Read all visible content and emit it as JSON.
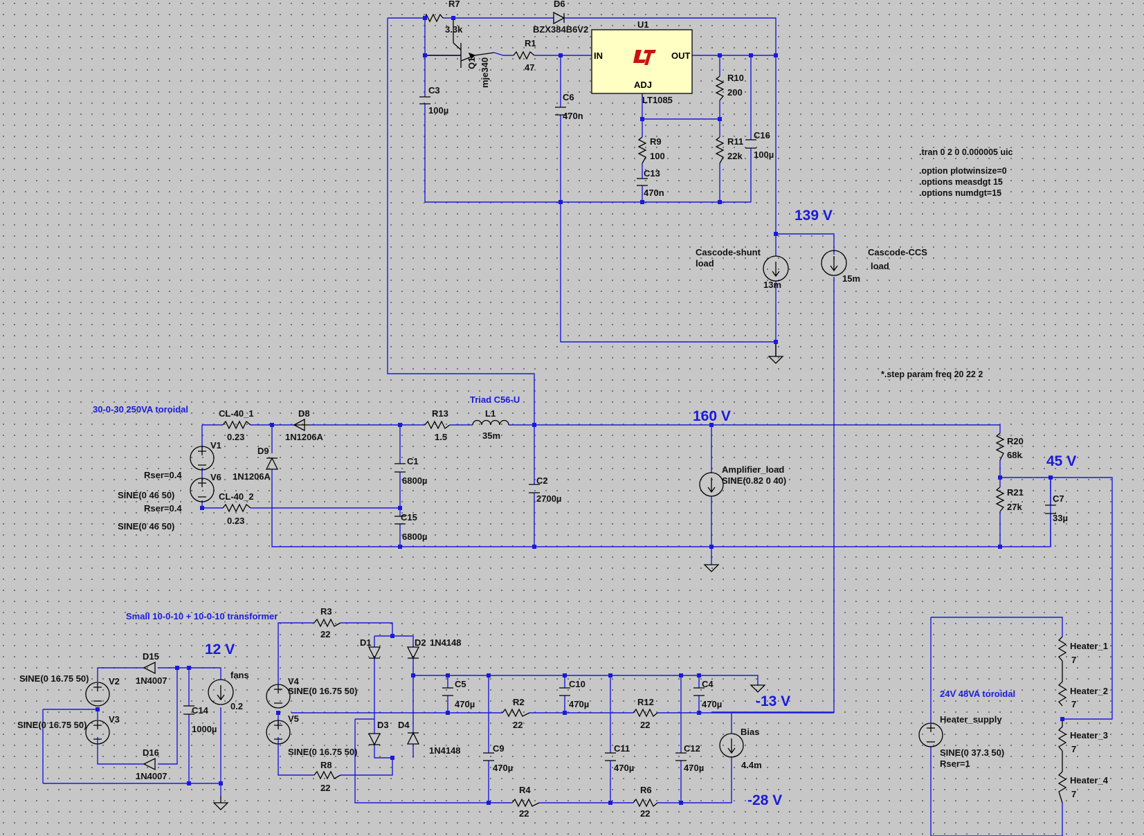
{
  "components": {
    "R7": {
      "name": "R7",
      "value": "3.3k"
    },
    "D6": {
      "name": "D6",
      "value": "BZX384B6V2"
    },
    "U1": {
      "name": "U1",
      "value": "LT1085",
      "pin_in": "IN",
      "pin_out": "OUT",
      "pin_adj": "ADJ"
    },
    "Q1": {
      "name": "Q1",
      "value": "mje340"
    },
    "R1": {
      "name": "R1",
      "value": "47"
    },
    "C3": {
      "name": "C3",
      "value": "100µ"
    },
    "C6": {
      "name": "C6",
      "value": "470n"
    },
    "R10": {
      "name": "R10",
      "value": "200"
    },
    "R9": {
      "name": "R9",
      "value": "100"
    },
    "C13": {
      "name": "C13",
      "value": "470n"
    },
    "R11": {
      "name": "R11",
      "value": "22k"
    },
    "C16": {
      "name": "C16",
      "value": "100µ"
    },
    "I_shunt": {
      "name": "Cascode-shunt",
      "name2": "load",
      "value": "13m"
    },
    "I_ccs": {
      "name": "Cascode-CCS",
      "name2": "load",
      "value": "15m"
    },
    "CL40_1": {
      "name": "CL-40_1",
      "value": "0.23"
    },
    "CL40_2": {
      "name": "CL-40_2",
      "value": "0.23"
    },
    "D8": {
      "name": "D8",
      "value": "1N1206A"
    },
    "D9": {
      "name": "D9",
      "value": "1N1206A"
    },
    "V1": {
      "name": "V1",
      "rser": "Rser=0.4",
      "value": "SINE(0 46 50)"
    },
    "V6": {
      "name": "V6",
      "rser": "Rser=0.4",
      "value": "SINE(0 46 50)"
    },
    "R13": {
      "name": "R13",
      "value": "1.5"
    },
    "L1": {
      "name": "L1",
      "value": "35m"
    },
    "C1": {
      "name": "C1",
      "value": "6800µ"
    },
    "C15": {
      "name": "C15",
      "value": "6800µ"
    },
    "C2": {
      "name": "C2",
      "value": "2700µ"
    },
    "I_amp": {
      "name": "Amplifier_load",
      "value": "SINE(0.82 0 40)"
    },
    "R20": {
      "name": "R20",
      "value": "68k"
    },
    "R21": {
      "name": "R21",
      "value": "27k"
    },
    "C7": {
      "name": "C7",
      "value": "33µ"
    },
    "R3": {
      "name": "R3",
      "value": "22"
    },
    "R8": {
      "name": "R8",
      "value": "22"
    },
    "D1": {
      "name": "D1"
    },
    "D2": {
      "name": "D2",
      "value": "1N4148"
    },
    "D3": {
      "name": "D3"
    },
    "D4": {
      "name": "D4",
      "value": "1N4148"
    },
    "V4": {
      "name": "V4",
      "value": "SINE(0 16.75 50)"
    },
    "V5": {
      "name": "V5",
      "value": "SINE(0 16.75 50)"
    },
    "C5": {
      "name": "C5",
      "value": "470µ"
    },
    "C10": {
      "name": "C10",
      "value": "470µ"
    },
    "C4": {
      "name": "C4",
      "value": "470µ"
    },
    "C9": {
      "name": "C9",
      "value": "470µ"
    },
    "C11": {
      "name": "C11",
      "value": "470µ"
    },
    "C12": {
      "name": "C12",
      "value": "470µ"
    },
    "R2": {
      "name": "R2",
      "value": "22"
    },
    "R12": {
      "name": "R12",
      "value": "22"
    },
    "R4": {
      "name": "R4",
      "value": "22"
    },
    "R6": {
      "name": "R6",
      "value": "22"
    },
    "I_bias": {
      "name": "Bias",
      "value": "4.4m"
    },
    "V2": {
      "name": "V2",
      "value": "SINE(0 16.75 50)"
    },
    "V3": {
      "name": "V3",
      "value": "SINE(0 16.75 50)"
    },
    "D15": {
      "name": "D15",
      "value": "1N4007"
    },
    "D16": {
      "name": "D16",
      "value": "1N4007"
    },
    "C14": {
      "name": "C14",
      "value": "1000µ"
    },
    "I_fans": {
      "name": "fans",
      "value": "0.2"
    },
    "V_heater": {
      "name": "Heater_supply",
      "value": "SINE(0 37.3 50)",
      "rser": "Rser=1"
    },
    "H1": {
      "name": "Heater_1",
      "value": "7"
    },
    "H2": {
      "name": "Heater_2",
      "value": "7"
    },
    "H3": {
      "name": "Heater_3",
      "value": "7"
    },
    "H4": {
      "name": "Heater_4",
      "value": "7"
    }
  },
  "directives": {
    "tran": ".tran 0 2 0 0.000005 uic",
    "opt1": ".option plotwinsize=0",
    "opt2": ".options measdgt 15",
    "opt3": ".options numdgt=15",
    "step": "*.step param freq 20 22 2"
  },
  "comments": {
    "main_transformer": "30-0-30 250VA toroidal",
    "choke": "Triad C56-U",
    "small_transformer": "Small 10-0-10 + 10-0-10 transformer",
    "heater_transformer": "24V 48VA toroidal"
  },
  "net_labels": {
    "v139": "139 V",
    "v160": "160 V",
    "v45": "45 V",
    "v12": "12 V",
    "vm13": "-13 V",
    "vm28": "-28 V"
  },
  "colors": {
    "wire": "#1a1adc",
    "background": "#c7c7c7",
    "chip": "#ffffc4",
    "logo": "#cc1111"
  }
}
